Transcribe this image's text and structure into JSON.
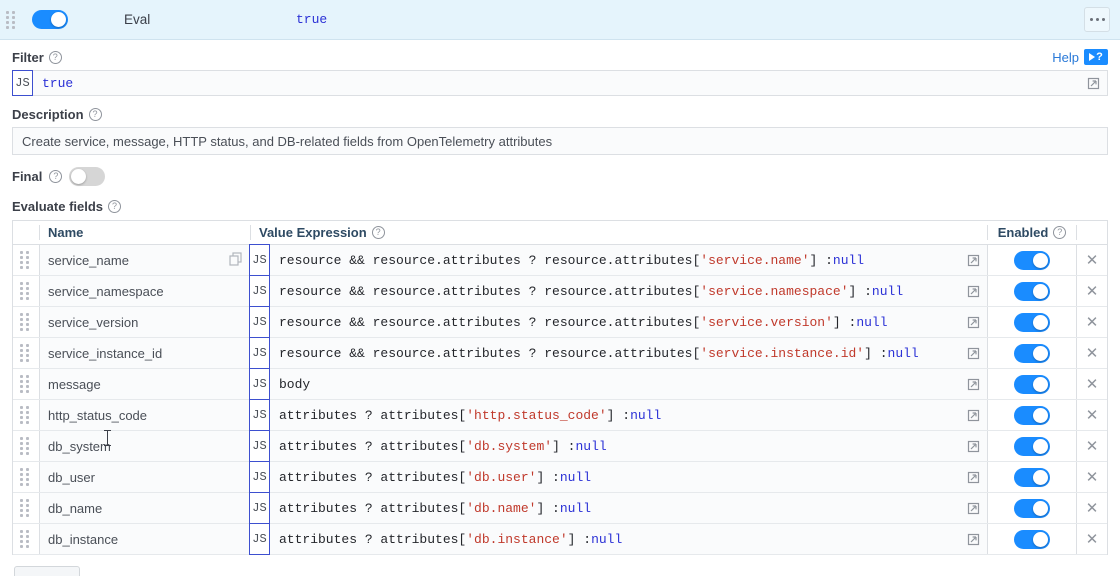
{
  "eval_bar": {
    "drag_handle": "drag-handle",
    "enabled": true,
    "name": "Eval",
    "value": "true",
    "menu": "more-options"
  },
  "filter": {
    "label": "Filter",
    "lang_badge": "JS",
    "value": "true",
    "help_label": "Help"
  },
  "description": {
    "label": "Description",
    "value": "Create service, message, HTTP status, and DB-related fields from OpenTelemetry attributes"
  },
  "final": {
    "label": "Final",
    "enabled": false
  },
  "evaluate_fields": {
    "label": "Evaluate fields",
    "columns": [
      "Name",
      "Value Expression",
      "Enabled"
    ],
    "rows": [
      {
        "name": "service_name",
        "lang_badge": "JS",
        "expr_parts": [
          {
            "t": "resource && resource.attributes ? resource.attributes[",
            "c": "plain"
          },
          {
            "t": "'service.name'",
            "c": "str"
          },
          {
            "t": "] : ",
            "c": "plain"
          },
          {
            "t": "null",
            "c": "null"
          }
        ],
        "enabled": true,
        "has_copy_icon": true
      },
      {
        "name": "service_namespace",
        "lang_badge": "JS",
        "expr_parts": [
          {
            "t": "resource && resource.attributes ? resource.attributes[",
            "c": "plain"
          },
          {
            "t": "'service.namespace'",
            "c": "str"
          },
          {
            "t": "] : ",
            "c": "plain"
          },
          {
            "t": "null",
            "c": "null"
          }
        ],
        "enabled": true,
        "has_copy_icon": false
      },
      {
        "name": "service_version",
        "lang_badge": "JS",
        "expr_parts": [
          {
            "t": "resource && resource.attributes ? resource.attributes[",
            "c": "plain"
          },
          {
            "t": "'service.version'",
            "c": "str"
          },
          {
            "t": "] : ",
            "c": "plain"
          },
          {
            "t": "null",
            "c": "null"
          }
        ],
        "enabled": true,
        "has_copy_icon": false
      },
      {
        "name": "service_instance_id",
        "lang_badge": "JS",
        "expr_parts": [
          {
            "t": "resource && resource.attributes ? resource.attributes[",
            "c": "plain"
          },
          {
            "t": "'service.instance.id'",
            "c": "str"
          },
          {
            "t": "] : ",
            "c": "plain"
          },
          {
            "t": "null",
            "c": "null"
          }
        ],
        "enabled": true,
        "has_copy_icon": false
      },
      {
        "name": "message",
        "lang_badge": "JS",
        "expr_parts": [
          {
            "t": "body",
            "c": "plain"
          }
        ],
        "enabled": true,
        "has_copy_icon": false
      },
      {
        "name": "http_status_code",
        "lang_badge": "JS",
        "expr_parts": [
          {
            "t": "attributes ? attributes[",
            "c": "plain"
          },
          {
            "t": "'http.status_code'",
            "c": "str"
          },
          {
            "t": "] : ",
            "c": "plain"
          },
          {
            "t": "null",
            "c": "null"
          }
        ],
        "enabled": true,
        "has_copy_icon": false
      },
      {
        "name": "db_system",
        "lang_badge": "JS",
        "expr_parts": [
          {
            "t": "attributes ? attributes[",
            "c": "plain"
          },
          {
            "t": "'db.system'",
            "c": "str"
          },
          {
            "t": "] : ",
            "c": "plain"
          },
          {
            "t": "null",
            "c": "null"
          }
        ],
        "enabled": true,
        "has_copy_icon": false
      },
      {
        "name": "db_user",
        "lang_badge": "JS",
        "expr_parts": [
          {
            "t": "attributes ? attributes[",
            "c": "plain"
          },
          {
            "t": "'db.user'",
            "c": "str"
          },
          {
            "t": "] : ",
            "c": "plain"
          },
          {
            "t": "null",
            "c": "null"
          }
        ],
        "enabled": true,
        "has_copy_icon": false
      },
      {
        "name": "db_name",
        "lang_badge": "JS",
        "expr_parts": [
          {
            "t": "attributes ? attributes[",
            "c": "plain"
          },
          {
            "t": "'db.name'",
            "c": "str"
          },
          {
            "t": "] : ",
            "c": "plain"
          },
          {
            "t": "null",
            "c": "null"
          }
        ],
        "enabled": true,
        "has_copy_icon": false
      },
      {
        "name": "db_instance",
        "lang_badge": "JS",
        "expr_parts": [
          {
            "t": "attributes ? attributes[",
            "c": "plain"
          },
          {
            "t": "'db.instance'",
            "c": "str"
          },
          {
            "t": "] : ",
            "c": "plain"
          },
          {
            "t": "null",
            "c": "null"
          }
        ],
        "enabled": true,
        "has_copy_icon": false
      }
    ]
  },
  "colors": {
    "accent": "#1a8cff",
    "link": "#2979d8",
    "header_bg": "#e5f4fc",
    "code_blue": "#2b31d6",
    "string_red": "#c0392b"
  }
}
